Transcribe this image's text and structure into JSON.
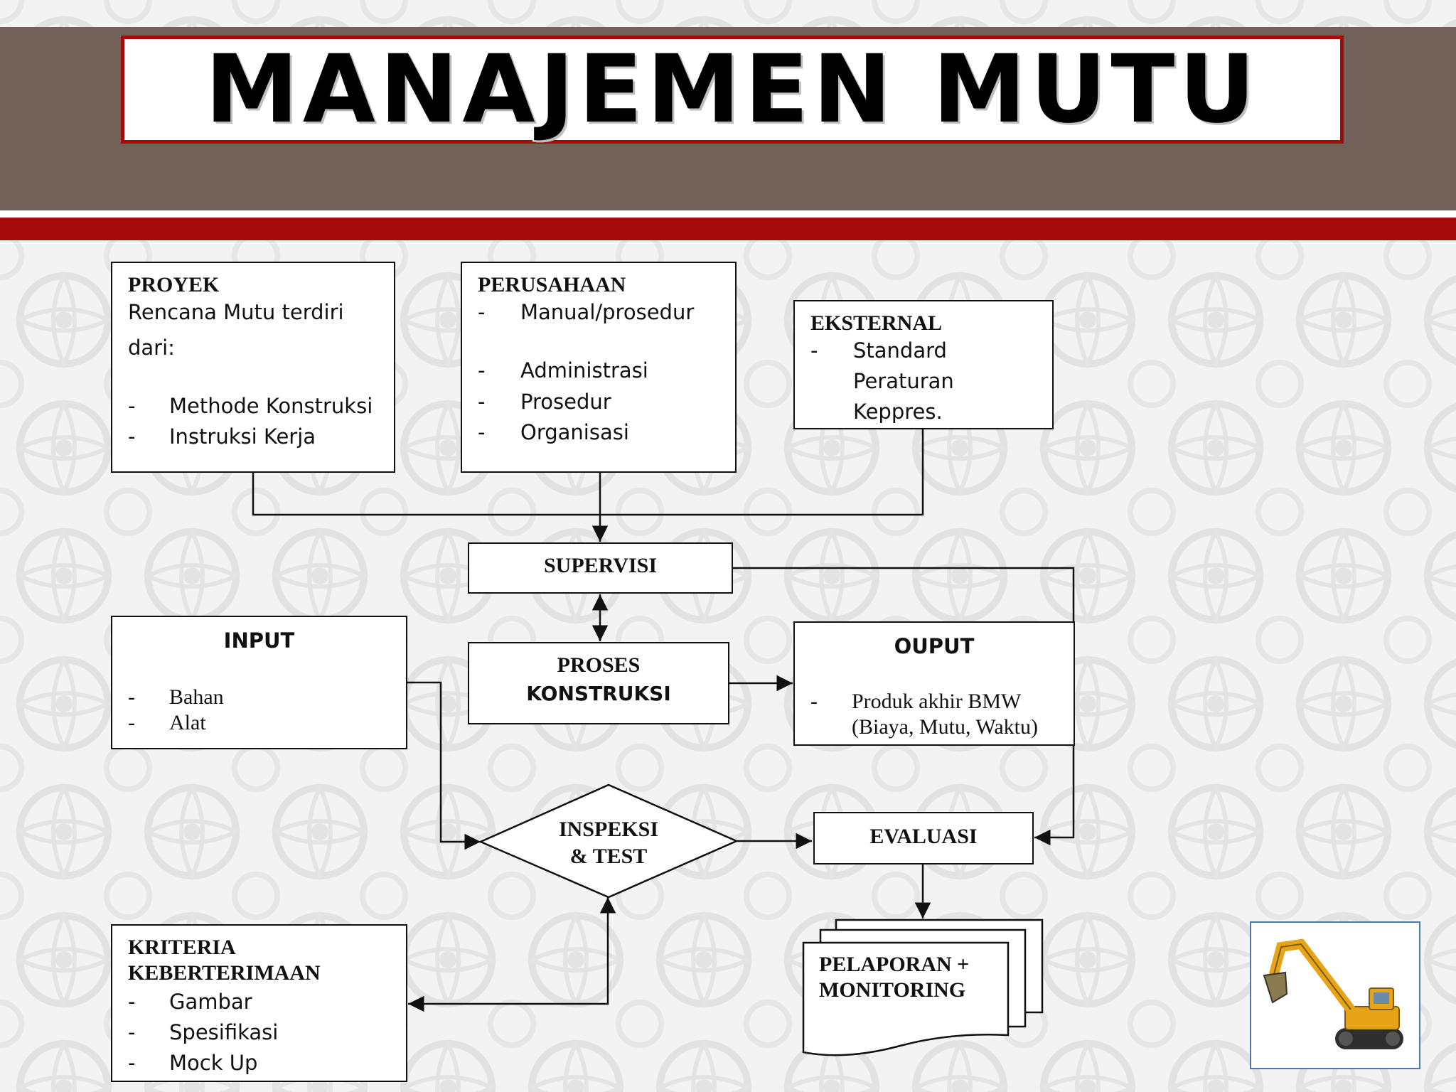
{
  "title": "MANAJEMEN MUTU",
  "colors": {
    "accent_red": "#a50a0a",
    "header_brown": "#726158"
  },
  "nodes": {
    "proyek": {
      "heading": "PROYEK",
      "line1": "Rencana Mutu terdiri",
      "line2": "dari:",
      "bullets": [
        "Methode Konstruksi",
        "Instruksi Kerja"
      ]
    },
    "perusahaan": {
      "heading": "PERUSAHAAN",
      "bullets": [
        "Manual/prosedur",
        "Administrasi",
        "Prosedur",
        "Organisasi"
      ]
    },
    "eksternal": {
      "heading": "EKSTERNAL",
      "items": [
        "Standard",
        "Peraturan",
        "Keppres."
      ]
    },
    "supervisi": {
      "label": "SUPERVISI"
    },
    "input": {
      "heading": "INPUT",
      "bullets": [
        "Bahan",
        "Alat"
      ]
    },
    "proses": {
      "line1": "PROSES",
      "line2": "KONSTRUKSI"
    },
    "output": {
      "heading": "OUPUT",
      "line1": "Produk akhir BMW",
      "line2": "(Biaya, Mutu, Waktu)"
    },
    "inspeksi": {
      "line1": "INSPEKSI",
      "line2": "& TEST"
    },
    "evaluasi": {
      "label": "EVALUASI"
    },
    "kriteria": {
      "line1": "KRITERIA",
      "line2": "KEBERTERIMAAN",
      "bullets": [
        "Gambar",
        "Spesifikasi",
        "Mock Up"
      ]
    },
    "pelaporan": {
      "line1": "PELAPORAN +",
      "line2": "MONITORING"
    }
  },
  "bullet_char": "-",
  "icons": {
    "excavator": "excavator-icon"
  }
}
